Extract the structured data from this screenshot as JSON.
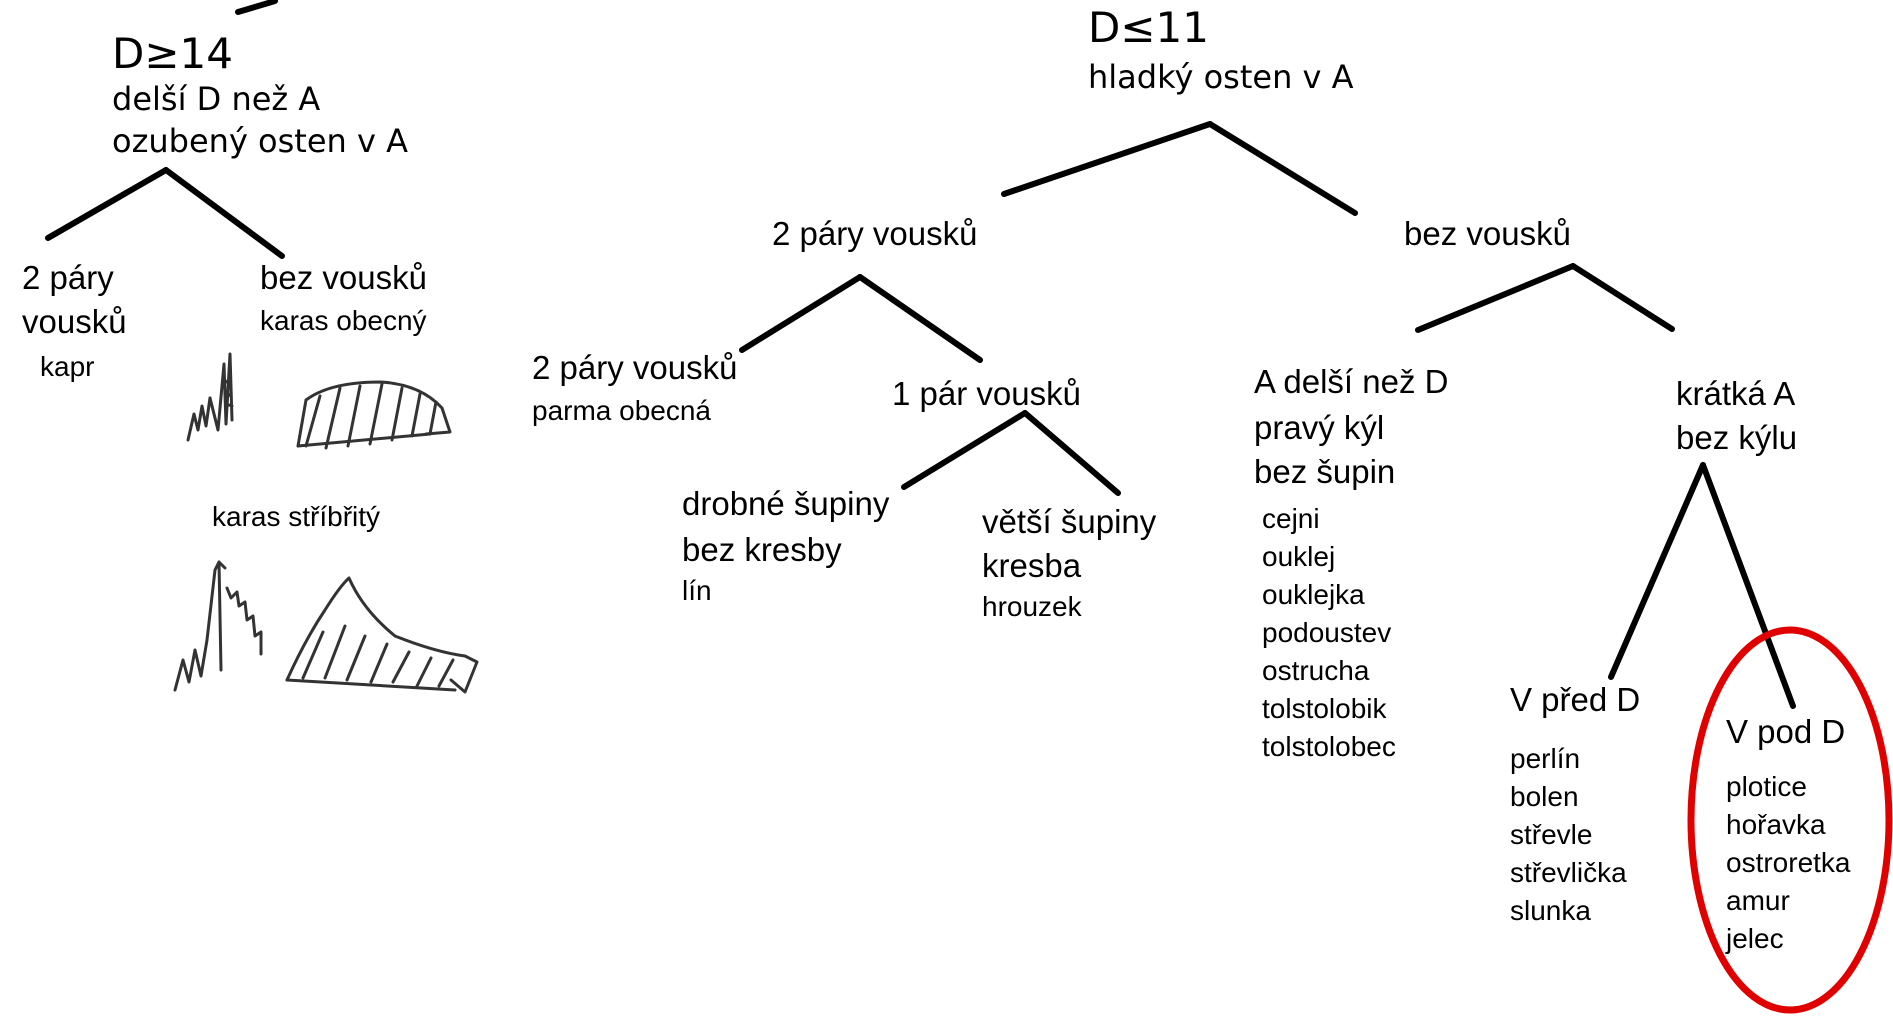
{
  "left_branch": {
    "header": "D≥14",
    "desc_lines": [
      "delší D než A",
      "ozubený osten v A"
    ],
    "child_barbels": {
      "lines": [
        "2 páry",
        "vousků"
      ],
      "species": "kapr"
    },
    "child_no_barbels": {
      "title": "bez vousků",
      "species": "karas obecný",
      "species2": "karas stříbřitý"
    }
  },
  "right_branch": {
    "header": "D≤11",
    "desc": "hladký osten v A",
    "barbels": {
      "title": "2 páry vousků",
      "two_pairs": {
        "title": "2 páry vousků",
        "species": "parma obecná"
      },
      "one_pair": {
        "title": "1 pár vousků",
        "small_scales": {
          "lines": [
            "drobné šupiny",
            "bez kresby"
          ],
          "species": "lín"
        },
        "large_scales": {
          "lines": [
            "větší šupiny",
            "kresba"
          ],
          "species": "hrouzek"
        }
      }
    },
    "no_barbels": {
      "title": "bez vousků",
      "long_a": {
        "lines": [
          "A delší než D",
          "pravý kýl",
          "bez šupin"
        ],
        "species": [
          "cejni",
          "ouklej",
          "ouklejka",
          "podoustev",
          "ostrucha",
          "tolstolobik",
          "tolstolobec"
        ]
      },
      "short_a": {
        "lines": [
          "krátká A",
          "bez kýlu"
        ],
        "v_before": {
          "title": "V před D",
          "species": [
            "perlín",
            "bolen",
            "střevle",
            "střevlička",
            "slunka"
          ]
        },
        "v_under": {
          "title": "V pod D",
          "species": [
            "plotice",
            "hořavka",
            "ostroretka",
            "amur",
            "jelec"
          ]
        }
      }
    }
  },
  "colors": {
    "lines": "#000000",
    "highlight": "#e00000"
  }
}
